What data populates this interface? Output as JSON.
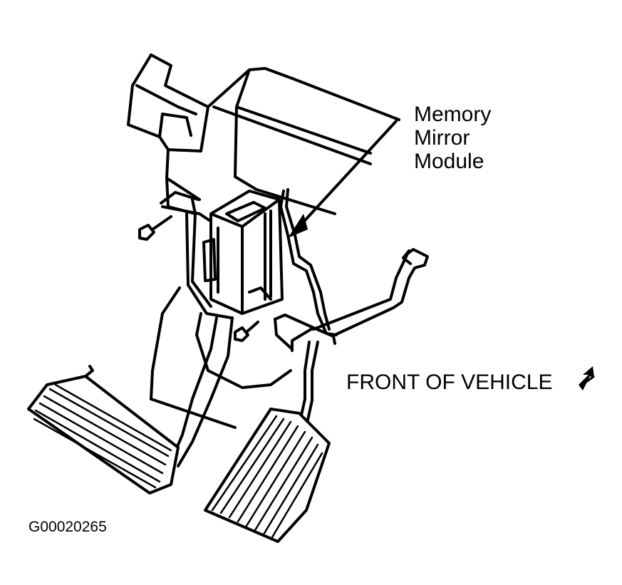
{
  "callout": {
    "line1": "Memory",
    "line2": "Mirror",
    "line3": "Module"
  },
  "orientation": {
    "label": "FRONT OF VEHICLE",
    "icon": "direction-arrow-icon"
  },
  "figure": {
    "id": "G00020265"
  },
  "colors": {
    "line": "#000000",
    "background": "#ffffff"
  }
}
